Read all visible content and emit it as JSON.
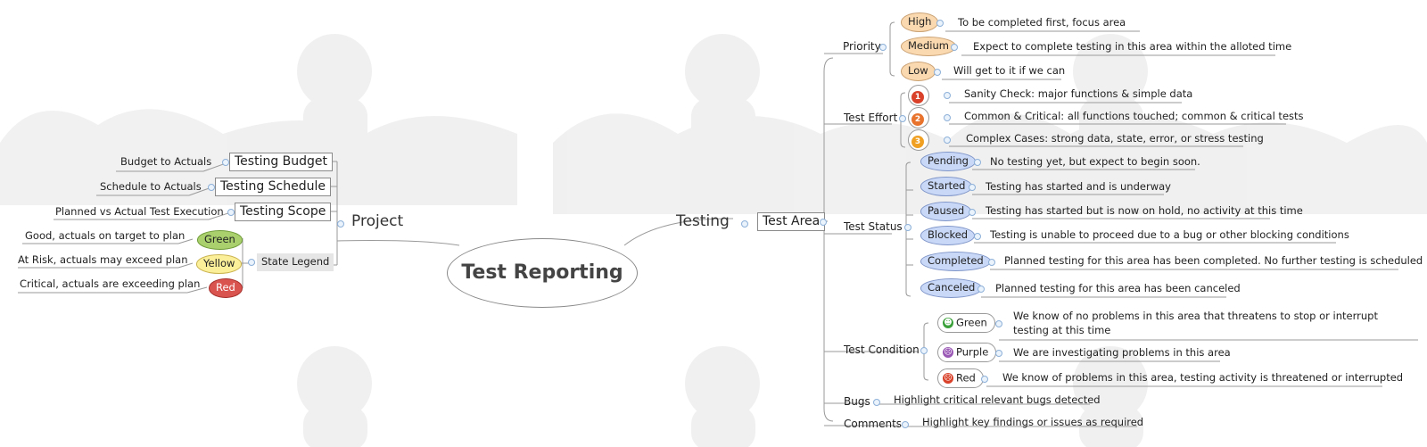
{
  "map": {
    "central_topic": "Test Reporting",
    "project": {
      "label": "Project",
      "branches": [
        {
          "label": "Testing Budget",
          "note": "Budget to Actuals"
        },
        {
          "label": "Testing Schedule",
          "note": "Schedule to Actuals"
        },
        {
          "label": "Testing Scope",
          "note": "Planned vs Actual Test Execution"
        }
      ],
      "state_legend": {
        "label": "State Legend",
        "states": [
          {
            "label": "Green",
            "note": "Good, actuals on target to plan"
          },
          {
            "label": "Yellow",
            "note": "At Risk, actuals may exceed plan"
          },
          {
            "label": "Red",
            "note": "Critical, actuals are exceeding plan"
          }
        ]
      }
    },
    "testing": {
      "label": "Testing",
      "test_area": "Test Area",
      "priority": {
        "label": "Priority",
        "items": [
          {
            "label": "High",
            "note": "To be completed first, focus area"
          },
          {
            "label": "Medium",
            "note": "Expect to complete testing in this area within the alloted time"
          },
          {
            "label": "Low",
            "note": "Will get to it if we can"
          }
        ]
      },
      "test_effort": {
        "label": "Test Effort",
        "items": [
          {
            "marker": "1",
            "color": "#d9412a",
            "note": "Sanity Check: major functions & simple data"
          },
          {
            "marker": "2",
            "color": "#e8732c",
            "note": "Common & Critical: all functions touched; common & critical tests"
          },
          {
            "marker": "3",
            "color": "#f0a022",
            "note": "Complex Cases: strong data, state, error, or stress testing"
          }
        ]
      },
      "test_status": {
        "label": "Test Status",
        "items": [
          {
            "label": "Pending",
            "note": "No testing yet, but expect to begin soon."
          },
          {
            "label": "Started",
            "note": "Testing has started and is underway"
          },
          {
            "label": "Paused",
            "note": "Testing has started but is now on hold, no activity at this time"
          },
          {
            "label": "Blocked",
            "note": "Testing is unable to proceed due to a bug or other blocking conditions"
          },
          {
            "label": "Completed",
            "note": "Planned testing for this area has been completed. No further testing is scheduled"
          },
          {
            "label": "Canceled",
            "note": "Planned testing for this area has been canceled"
          }
        ]
      },
      "test_condition": {
        "label": "Test Condition",
        "items": [
          {
            "label": "Green",
            "icon": "happy-face-icon",
            "color": "#3aa13a",
            "note": "We know of no problems in this area that threatens to stop or interrupt testing at this time"
          },
          {
            "label": "Purple",
            "icon": "worried-face-icon",
            "color": "#9b59b6",
            "note": "We are investigating problems in this area"
          },
          {
            "label": "Red",
            "icon": "angry-face-icon",
            "color": "#d9412a",
            "note": "We know of problems in this area, testing activity is threatened or interrupted"
          }
        ]
      },
      "bugs": {
        "label": "Bugs",
        "note": "Highlight critical relevant bugs detected"
      },
      "comments": {
        "label": "Comments",
        "note": "Highlight key findings or issues as required"
      }
    }
  },
  "colors": {
    "line": "#9a9a9a",
    "priority_fill": "#fbd9b0",
    "status_fill": "#c9d8f7"
  }
}
